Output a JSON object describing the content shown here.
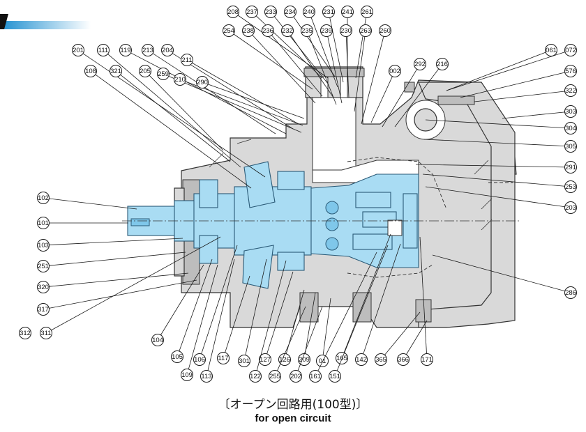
{
  "caption": {
    "japanese": "〔オープン回路用(100型)〕",
    "english": "for open circuit"
  },
  "accent_colors": {
    "part_blue": "#a9dcf3",
    "housing_gray": "#d9d9d9",
    "header_bar_blue": "#1e8fd0"
  },
  "callouts": {
    "top": [
      "208",
      "237",
      "233",
      "234",
      "240",
      "231",
      "241",
      "261",
      "254",
      "238",
      "236",
      "232",
      "235",
      "239",
      "230",
      "263",
      "260"
    ],
    "upper_left": [
      "201",
      "111",
      "119",
      "213",
      "204",
      "211",
      "108",
      "321",
      "205",
      "259",
      "210",
      "290",
      "002",
      "292",
      "216"
    ],
    "right": [
      "061",
      "072",
      "576",
      "322",
      "303",
      "304",
      "305",
      "291",
      "253",
      "203",
      "286"
    ],
    "left": [
      "102",
      "101",
      "103",
      "251",
      "320",
      "317",
      "311",
      "312"
    ],
    "bottom": [
      "104",
      "105",
      "106",
      "117",
      "301",
      "127",
      "126",
      "209",
      "01",
      "165",
      "142",
      "365",
      "366",
      "171",
      "109",
      "113",
      "122",
      "255",
      "202",
      "161",
      "151"
    ]
  }
}
